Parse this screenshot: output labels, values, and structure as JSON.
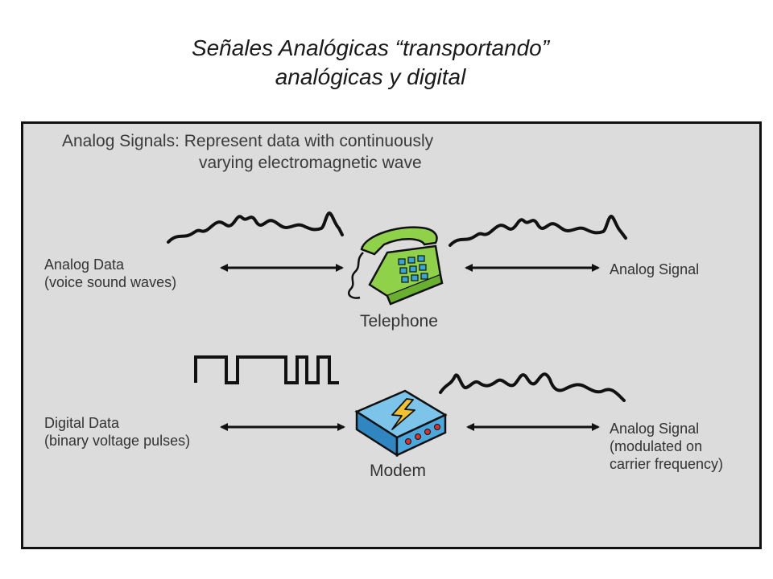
{
  "title": {
    "line1": "Señales Analógicas “transportando”",
    "line2": "analógicas y digital"
  },
  "panel": {
    "heading_line1": "Analog Signals: Represent data with continuously",
    "heading_line2": "varying electromagnetic wave"
  },
  "rows": [
    {
      "left_label": [
        "Analog Data",
        "(voice sound waves)"
      ],
      "device": "Telephone",
      "right_label": [
        "Analog Signal"
      ]
    },
    {
      "left_label": [
        "Digital Data",
        "(binary voltage pulses)"
      ],
      "device": "Modem",
      "right_label": [
        "Analog Signal",
        "(modulated on",
        "carrier frequency)"
      ]
    }
  ],
  "icons": [
    "telephone-icon",
    "modem-icon",
    "lightning-bolt-icon"
  ],
  "colors": {
    "phone": "#8fd24a",
    "phone_buttons": "#3aa6d8",
    "modem": "#4aa8dc",
    "bolt": "#f2c12e",
    "leds": "#d8302a",
    "panel_bg": "#dcdcdc"
  }
}
